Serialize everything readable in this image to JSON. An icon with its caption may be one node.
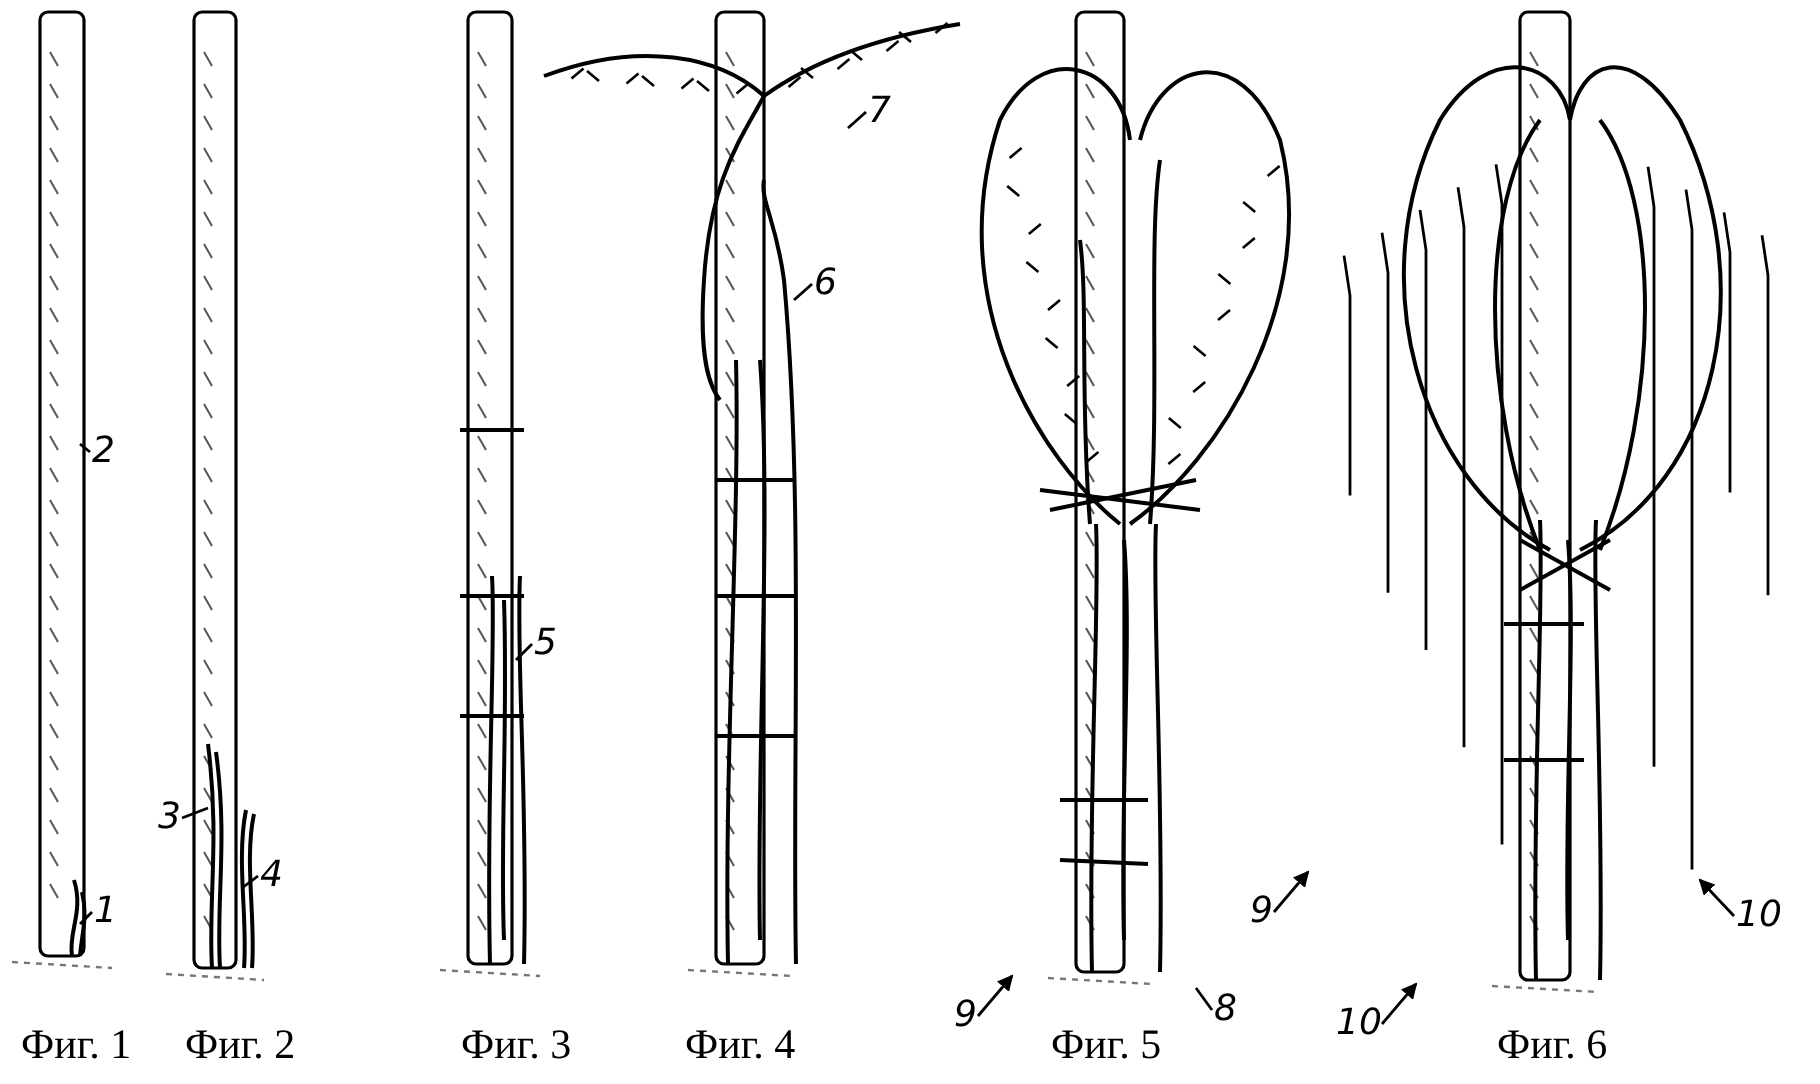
{
  "diagram": {
    "nodes": [
      {
        "text": [
          "2"
        ]
      },
      {
        "text": [
          "1"
        ]
      },
      {
        "text": [
          "3"
        ]
      },
      {
        "text": [
          "4"
        ]
      },
      {
        "text": [
          "5"
        ]
      },
      {
        "text": [
          "7"
        ]
      },
      {
        "text": [
          "6"
        ]
      },
      {
        "text": [
          "9"
        ]
      },
      {
        "text": [
          "8"
        ]
      },
      {
        "text": [
          "9"
        ]
      },
      {
        "text": [
          "10"
        ]
      },
      {
        "text": [
          "10"
        ]
      }
    ],
    "edges": [
      {
        "from": 0,
        "to": null,
        "arrow": "none"
      },
      {
        "from": 1,
        "to": null,
        "arrow": "none"
      },
      {
        "from": 2,
        "to": null,
        "arrow": "none"
      },
      {
        "from": 3,
        "to": null,
        "arrow": "none"
      },
      {
        "from": 4,
        "to": null,
        "arrow": "none"
      },
      {
        "from": 5,
        "to": null,
        "arrow": "none"
      },
      {
        "from": 6,
        "to": null,
        "arrow": "none"
      },
      {
        "from": 7,
        "to": null,
        "arrow": "to"
      },
      {
        "from": 8,
        "to": null,
        "arrow": "none"
      },
      {
        "from": 9,
        "to": null,
        "arrow": "to"
      },
      {
        "from": 10,
        "to": null,
        "arrow": "to"
      },
      {
        "from": 11,
        "to": null,
        "arrow": "to"
      }
    ],
    "labels": [
      "Фиг. 1",
      "Фиг. 2",
      "Фиг. 3",
      "Фиг. 4",
      "Фиг. 5",
      "Фиг. 6"
    ]
  }
}
